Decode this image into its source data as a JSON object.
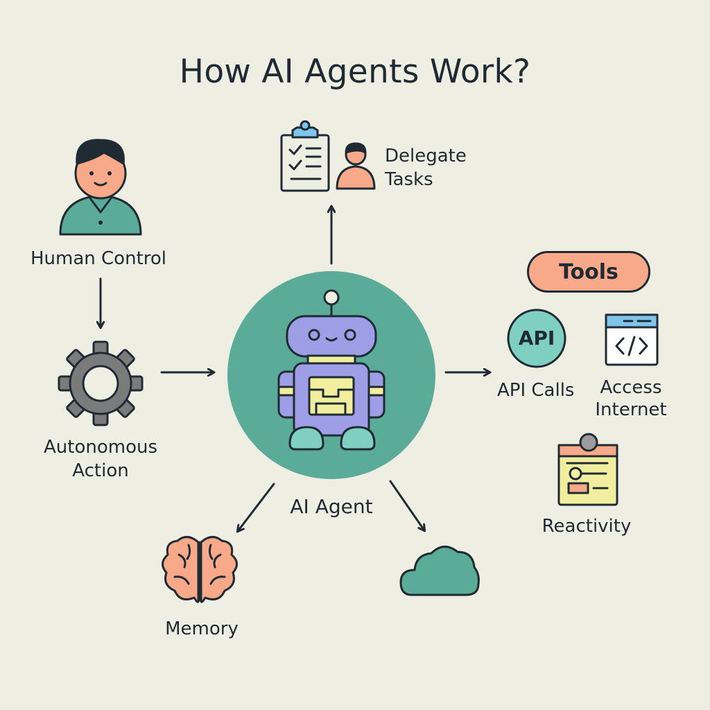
{
  "title": "How AI Agents Work?",
  "nodes": {
    "human_control": "Human Control",
    "autonomous_action": [
      "Autonomous",
      "Action"
    ],
    "delegate_tasks": [
      "Delegate",
      "Tasks"
    ],
    "ai_agent": "AI Agent",
    "tools": "Tools",
    "api_calls": "API Calls",
    "api_icon_text": "API",
    "access_internet": [
      "Access",
      "Internet"
    ],
    "reactivity": "Reactivity",
    "memory": "Memory"
  },
  "colors": {
    "background": "#eeeee3",
    "teal": "#5aac98",
    "robot_purple": "#9d9ee6",
    "yellow": "#f1ee9e",
    "salmon": "#f7a98a",
    "outline": "#1f2a33",
    "gear_gray": "#7b7b7b"
  },
  "icons": [
    "person-icon",
    "gear-icon",
    "clipboard-icon",
    "robot-icon",
    "api-icon",
    "browser-code-icon",
    "calendar-icon",
    "brain-icon",
    "cloud-icon"
  ]
}
